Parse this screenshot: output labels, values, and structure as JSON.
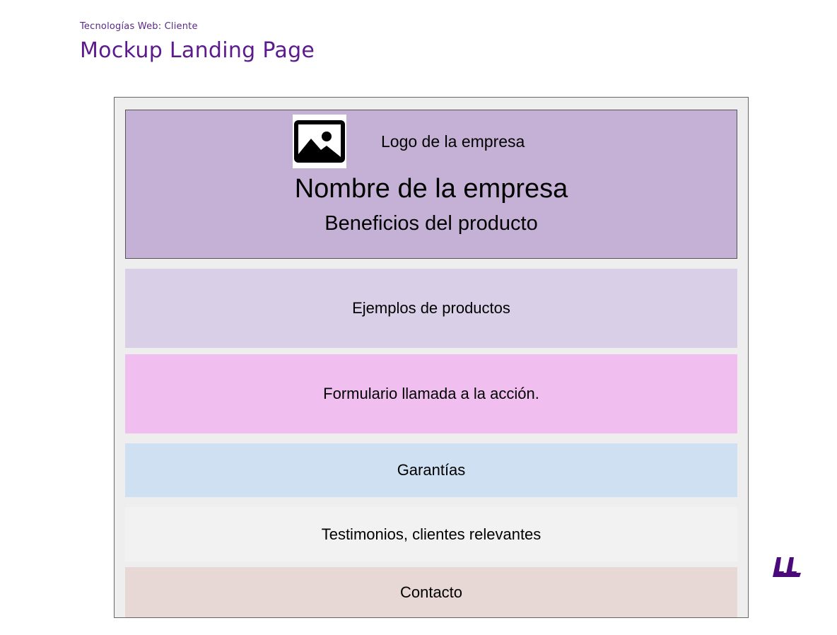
{
  "slide": {
    "course": "Tecnologías Web: Cliente",
    "title": "Mockup Landing Page"
  },
  "mockup": {
    "header": {
      "logo_icon": "image-placeholder-icon",
      "logo_label": "Logo de la empresa",
      "company_name": "Nombre de la empresa",
      "benefits": "Beneficios del producto"
    },
    "sections": {
      "products": "Ejemplos de productos",
      "cta": "Formulario llamada a la acción.",
      "guarantees": "Garantías",
      "testimonials": "Testimonios, clientes relevantes",
      "contact": "Contacto"
    }
  },
  "colors": {
    "title": "#5b1a8e",
    "header_bg": "#c6b1d6",
    "products_bg": "#d9d0e8",
    "cta_bg": "#f0bff0",
    "guarantees_bg": "#cfe0f2",
    "testimonials_bg": "#f2f2f2",
    "contact_bg": "#e8d8d5",
    "brand_logo": "#4b0a7a"
  },
  "brand_logo_icon": "university-logo-icon"
}
